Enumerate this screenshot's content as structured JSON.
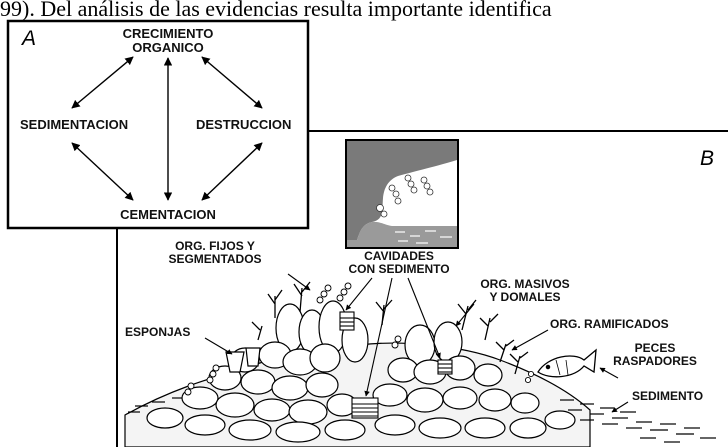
{
  "header_text": "99). Del análisis de las evidencias resulta importante  identifica",
  "panel_a": {
    "letter": "A",
    "growth": [
      "CRECIMIENTO",
      "ORGANICO"
    ],
    "sedimentation": "SEDIMENTACION",
    "destruction": "DESTRUCCION",
    "cementation": "CEMENTACION"
  },
  "panel_b": {
    "letter": "B",
    "fixed_segmented": [
      "ORG. FIJOS Y",
      "SEGMENTADOS"
    ],
    "cavities": [
      "CAVIDADES",
      "CON SEDIMENTO"
    ],
    "massive_domal": [
      "ORG. MASIVOS",
      "Y DOMALES"
    ],
    "branching": "ORG. RAMIFICADOS",
    "sponges": "ESPONJAS",
    "grazing_fish": [
      "PECES",
      "RASPADORES"
    ],
    "sediment": "SEDIMENTO"
  }
}
